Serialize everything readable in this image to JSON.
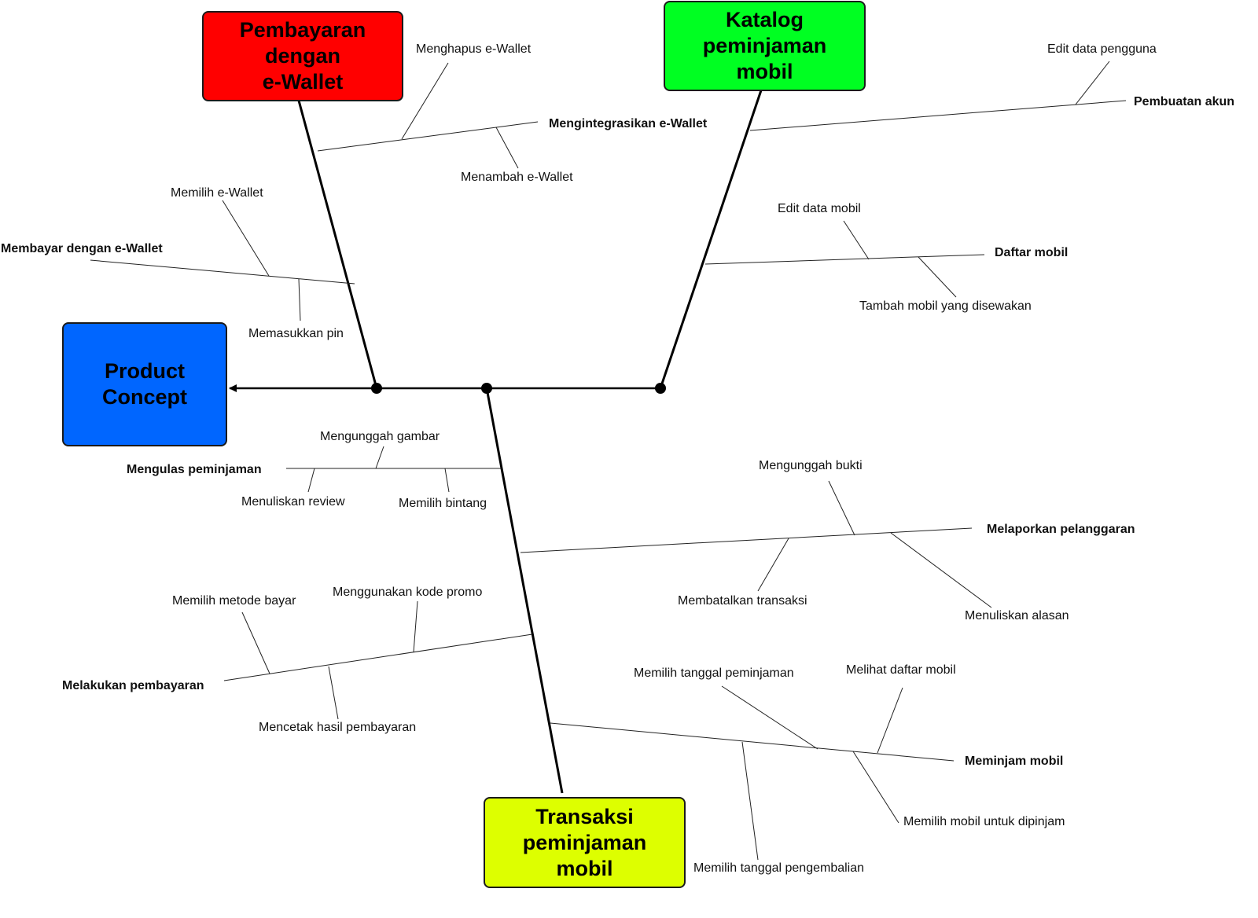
{
  "colors": {
    "product_concept": "#0066FF",
    "ewallet": "#FF0000",
    "katalog": "#00FF22",
    "transaksi": "#DDFF00",
    "line": "#000000"
  },
  "boxes": {
    "product_concept": "Product\nConcept",
    "ewallet": "Pembayaran\ndengan\ne-Wallet",
    "katalog": "Katalog\npeminjaman\nmobil",
    "transaksi": "Transaksi\npeminjaman\nmobil"
  },
  "labels": {
    "menghapus_ewallet": "Menghapus e-Wallet",
    "mengintegrasikan_ewallet": "Mengintegrasikan e-Wallet",
    "menambah_ewallet": "Menambah e-Wallet",
    "memilih_ewallet": "Memilih e-Wallet",
    "membayar_ewallet": "Membayar dengan e-Wallet",
    "memasukkan_pin": "Memasukkan pin",
    "edit_data_pengguna": "Edit data pengguna",
    "pembuatan_akun": "Pembuatan akun",
    "edit_data_mobil": "Edit data mobil",
    "daftar_mobil": "Daftar mobil",
    "tambah_mobil": "Tambah mobil yang disewakan",
    "mengunggah_gambar": "Mengunggah gambar",
    "mengulas_peminjaman": "Mengulas peminjaman",
    "menuliskan_review": "Menuliskan review",
    "memilih_bintang": "Memilih bintang",
    "mengunggah_bukti": "Mengunggah bukti",
    "melaporkan_pelanggaran": "Melaporkan pelanggaran",
    "membatalkan_transaksi": "Membatalkan transaksi",
    "menuliskan_alasan": "Menuliskan alasan",
    "memilih_metode_bayar": "Memilih metode bayar",
    "menggunakan_kode_promo": "Menggunakan kode promo",
    "melakukan_pembayaran": "Melakukan pembayaran",
    "mencetak_hasil": "Mencetak hasil pembayaran",
    "memilih_tanggal_peminjaman": "Memilih tanggal peminjaman",
    "melihat_daftar_mobil": "Melihat daftar mobil",
    "meminjam_mobil": "Meminjam mobil",
    "memilih_mobil": "Memilih mobil untuk dipinjam",
    "memilih_tanggal_pengembalian": "Memilih tanggal pengembalian"
  }
}
